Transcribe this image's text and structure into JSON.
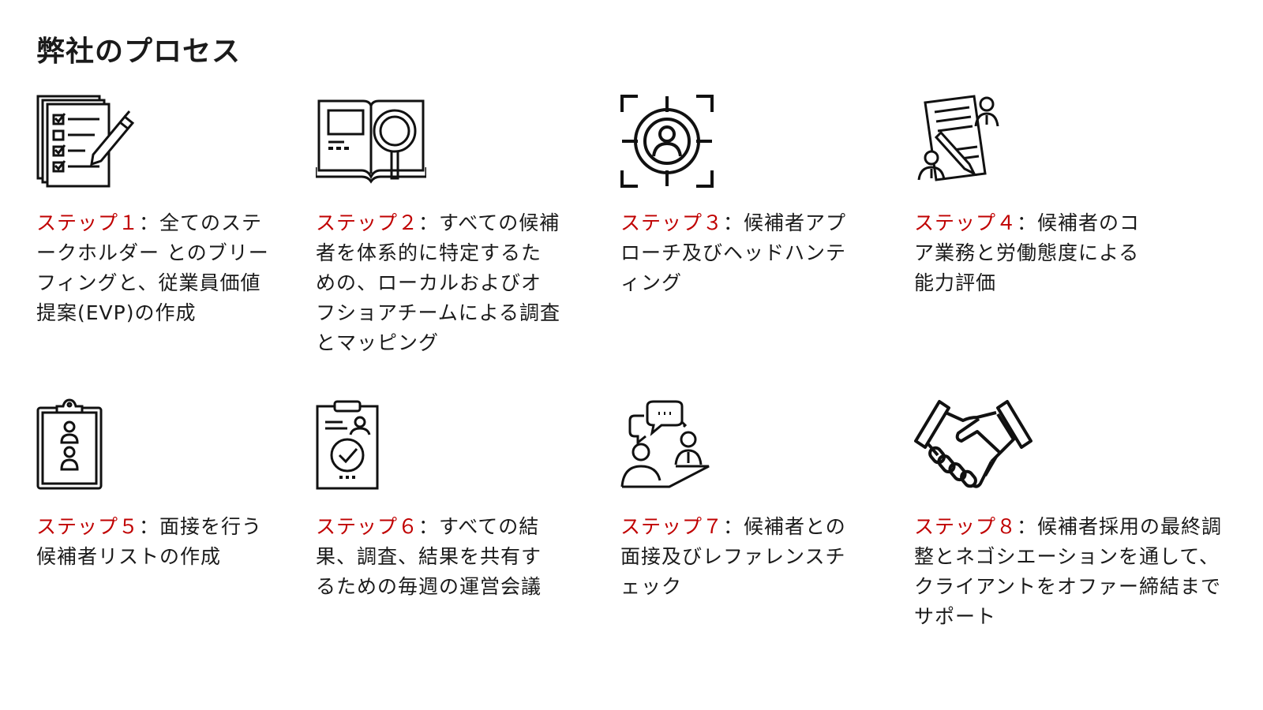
{
  "page": {
    "title": "弊社のプロセス"
  },
  "steps": [
    {
      "label": "ステップ１",
      "separator": "：",
      "description": "全てのステークホルダー とのブリーフィングと、従業員価値提案(EVP)の作成",
      "icon": "checklist-pen-icon"
    },
    {
      "label": "ステップ２",
      "separator": "：",
      "description": "すべての候補者を体系的に特定するための、ローカルおよびオフショアチームによる調査とマッピング",
      "icon": "book-magnifier-icon"
    },
    {
      "label": "ステップ３",
      "separator": "：",
      "description": "候補者アプローチ及びヘッドハンティング",
      "icon": "target-person-icon"
    },
    {
      "label": "ステップ４",
      "separator": "：",
      "description": "候補者のコア業務と労働態度による能力評価",
      "icon": "document-evaluation-icon"
    },
    {
      "label": "ステップ５",
      "separator": "：",
      "description": "面接を行う候補者リストの作成",
      "icon": "clipboard-people-icon"
    },
    {
      "label": "ステップ６",
      "separator": "：",
      "description": "すべての結果、調査、結果を共有するための毎週の運営会議",
      "icon": "clipboard-check-icon"
    },
    {
      "label": "ステップ７",
      "separator": "：",
      "description": "候補者との面接及びレファレンスチェック",
      "icon": "interview-icon"
    },
    {
      "label": "ステップ８",
      "separator": "：",
      "description": "候補者採用の最終調整とネゴシエーションを通して、クライアントをオファー締結までサポート",
      "icon": "handshake-icon"
    }
  ]
}
